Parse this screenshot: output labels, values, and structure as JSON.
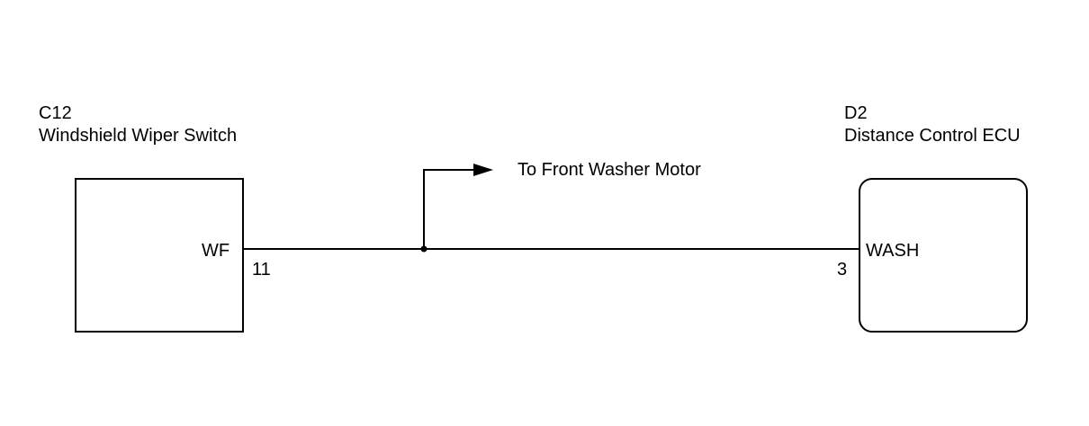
{
  "left_component": {
    "code": "C12",
    "name": "Windshield Wiper Switch",
    "pin_name": "WF",
    "pin_number": "11"
  },
  "right_component": {
    "code": "D2",
    "name": "Distance Control ECU",
    "pin_name": "WASH",
    "pin_number": "3"
  },
  "branch": {
    "label": "To Front Washer Motor",
    "arrow_icon": "arrow-right-icon"
  },
  "colors": {
    "line": "#000000",
    "background": "#ffffff"
  }
}
